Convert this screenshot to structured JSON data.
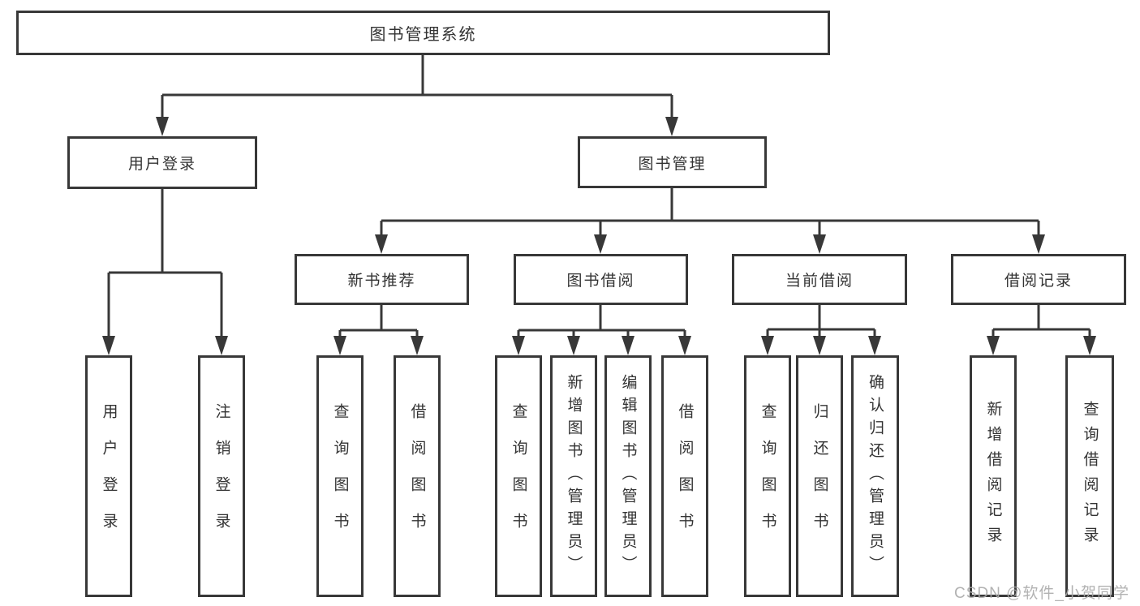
{
  "diagram": {
    "type": "hierarchy-tree",
    "colors": {
      "line": "#383838",
      "box_border": "#383838",
      "box_background": "#ffffff",
      "text": "#333333",
      "watermark": "#aaaaaa"
    },
    "watermark": "CSDN @软件_小贺同学",
    "nodes": {
      "root": {
        "label": "图书管理系统"
      },
      "level2": [
        {
          "label": "用户登录"
        },
        {
          "label": "图书管理"
        }
      ],
      "level3": [
        {
          "label": "新书推荐",
          "parent": "图书管理"
        },
        {
          "label": "图书借阅",
          "parent": "图书管理"
        },
        {
          "label": "当前借阅",
          "parent": "图书管理"
        },
        {
          "label": "借阅记录",
          "parent": "图书管理"
        }
      ],
      "leaves": [
        {
          "label": "用户登录",
          "parent": "用户登录"
        },
        {
          "label": "注销登录",
          "parent": "用户登录"
        },
        {
          "label": "查询图书",
          "parent": "新书推荐"
        },
        {
          "label": "借阅图书",
          "parent": "新书推荐"
        },
        {
          "label": "查询图书",
          "parent": "图书借阅"
        },
        {
          "label": "新增图书（管理员）",
          "parent": "图书借阅"
        },
        {
          "label": "编辑图书（管理员）",
          "parent": "图书借阅"
        },
        {
          "label": "借阅图书",
          "parent": "图书借阅"
        },
        {
          "label": "查询图书",
          "parent": "当前借阅"
        },
        {
          "label": "归还图书",
          "parent": "当前借阅"
        },
        {
          "label": "确认归还（管理员）",
          "parent": "当前借阅"
        },
        {
          "label": "新增借阅记录",
          "parent": "借阅记录"
        },
        {
          "label": "查询借阅记录",
          "parent": "借阅记录"
        }
      ]
    }
  }
}
